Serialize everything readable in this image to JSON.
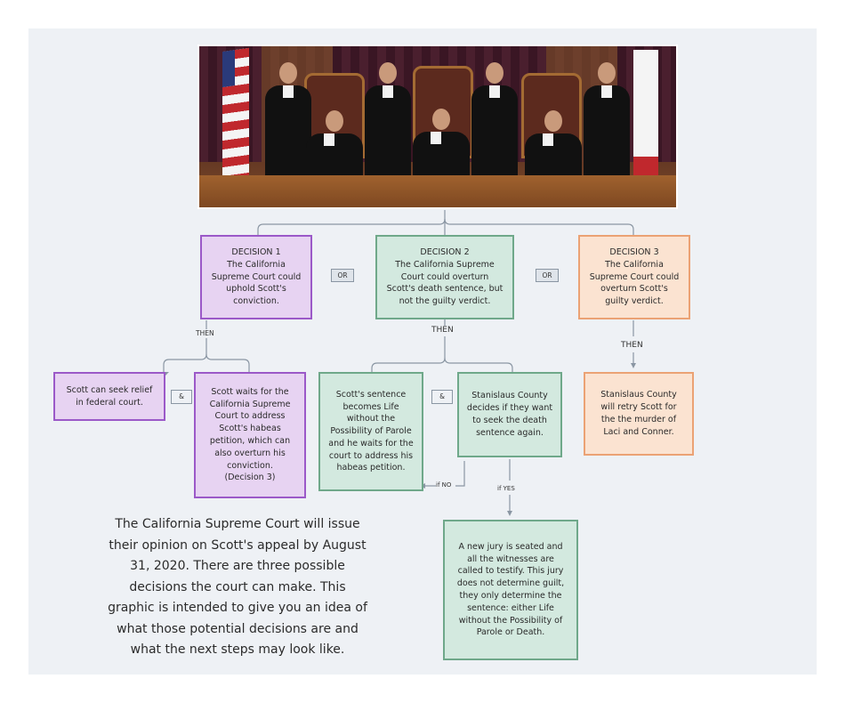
{
  "decisions": [
    {
      "text": "DECISION 1\nThe California\nSupreme Court could\nuphold Scott's\nconviction."
    },
    {
      "text": "DECISION 2\nThe California Supreme\nCourt could overturn\nScott's death sentence, but\nnot the guilty verdict."
    },
    {
      "text": "DECISION 3\nThe California\nSupreme Court could\noverturn Scott's\nguilty verdict."
    }
  ],
  "connectors": {
    "or": "OR",
    "then": "THEN",
    "and": "&",
    "if_no": "if NO",
    "if_yes": "if YES"
  },
  "outcomes": {
    "federal_relief": "Scott can seek relief\nin federal court.",
    "habeas_wait": "Scott waits for the\nCalifornia Supreme\nCourt to address\nScott's habeas\npetition, which can\nalso overturn his\nconviction.\n(Decision 3)",
    "life_sentence": "Scott's sentence\nbecomes Life\nwithout the\nPossibility of Parole\nand he waits for the\ncourt to address his\nhabeas petition.",
    "county_decides": "Stanislaus County\ndecides if they want\nto seek the death\nsentence again.",
    "new_jury": "A new jury is seated and\nall the witnesses are\ncalled to testify. This jury\ndoes not determine guilt,\nthey only determine the\nsentence: either Life\nwithout the Possibility of\nParole or Death.",
    "retry": "Stanislaus County\nwill retry Scott for\nthe the murder of\nLaci and Conner."
  },
  "caption": "The California Supreme Court will issue\ntheir opinion on Scott's appeal by August\n31, 2020. There are three possible\ndecisions the court can make. This\ngraphic is intended to give you an idea of\nwhat those potential decisions are and\nwhat the next steps may look like.",
  "colors": {
    "purple_fill": "#e7d3f2",
    "purple_border": "#9b59c8",
    "green_fill": "#d3e9df",
    "green_border": "#6fa88a",
    "orange_fill": "#fbe3d1",
    "orange_border": "#eba274"
  }
}
